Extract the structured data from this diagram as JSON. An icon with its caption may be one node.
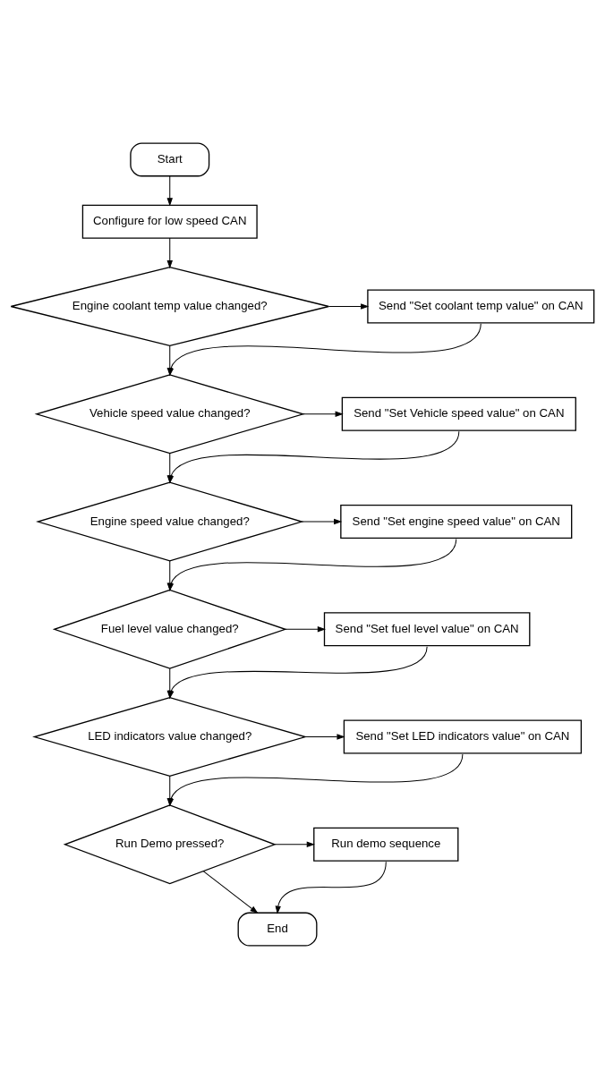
{
  "diagram": {
    "nodes": [
      {
        "text": [
          "Start"
        ]
      },
      {
        "text": [
          "Configure for low speed CAN"
        ]
      },
      {
        "text": [
          "Engine coolant temp value changed?"
        ]
      },
      {
        "text": [
          "Send \"Set coolant temp value\" on CAN"
        ]
      },
      {
        "text": [
          "Vehicle speed value changed?"
        ]
      },
      {
        "text": [
          "Send \"Set Vehicle speed value\" on CAN"
        ]
      },
      {
        "text": [
          "Engine speed value changed?"
        ]
      },
      {
        "text": [
          "Send \"Set engine speed value\" on CAN"
        ]
      },
      {
        "text": [
          "Fuel level value changed?"
        ]
      },
      {
        "text": [
          "Send \"Set fuel level value\" on CAN"
        ]
      },
      {
        "text": [
          "LED indicators value changed?"
        ]
      },
      {
        "text": [
          "Send \"Set LED indicators value\" on CAN"
        ]
      },
      {
        "text": [
          "Run Demo pressed?"
        ]
      },
      {
        "text": [
          "Run demo sequence"
        ]
      },
      {
        "text": [
          "End"
        ]
      }
    ],
    "edges": [
      {
        "from": 0,
        "to": 1,
        "arrow": "to"
      },
      {
        "from": 1,
        "to": 2,
        "arrow": "to"
      },
      {
        "from": 2,
        "to": 3,
        "arrow": "to"
      },
      {
        "from": 2,
        "to": 4,
        "arrow": "to"
      },
      {
        "from": 3,
        "to": 4,
        "arrow": "to"
      },
      {
        "from": 4,
        "to": 5,
        "arrow": "to"
      },
      {
        "from": 4,
        "to": 6,
        "arrow": "to"
      },
      {
        "from": 5,
        "to": 6,
        "arrow": "to"
      },
      {
        "from": 6,
        "to": 7,
        "arrow": "to"
      },
      {
        "from": 6,
        "to": 8,
        "arrow": "to"
      },
      {
        "from": 7,
        "to": 8,
        "arrow": "to"
      },
      {
        "from": 8,
        "to": 9,
        "arrow": "to"
      },
      {
        "from": 8,
        "to": 10,
        "arrow": "to"
      },
      {
        "from": 9,
        "to": 10,
        "arrow": "to"
      },
      {
        "from": 10,
        "to": 11,
        "arrow": "to"
      },
      {
        "from": 10,
        "to": 12,
        "arrow": "to"
      },
      {
        "from": 11,
        "to": 12,
        "arrow": "to"
      },
      {
        "from": 12,
        "to": 13,
        "arrow": "to"
      },
      {
        "from": 12,
        "to": 14,
        "arrow": "to"
      },
      {
        "from": 13,
        "to": 14,
        "arrow": "to"
      }
    ]
  }
}
